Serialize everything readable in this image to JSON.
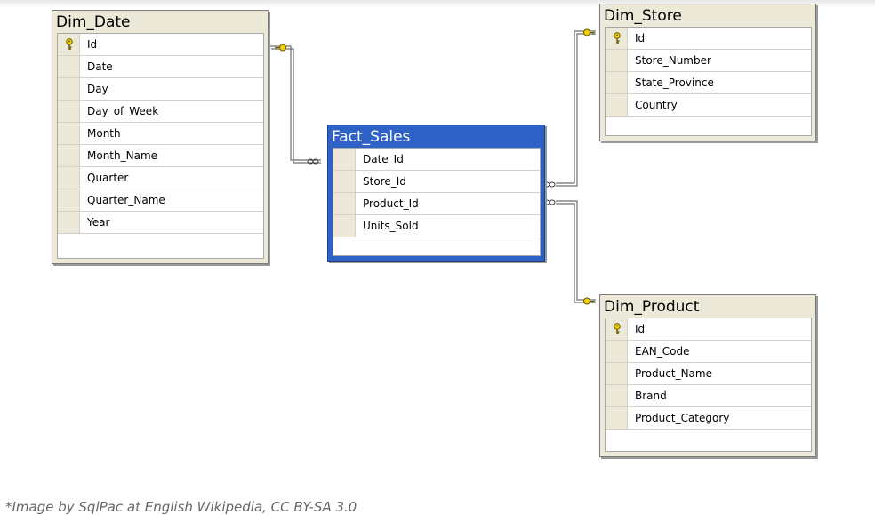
{
  "tables": {
    "dim_date": {
      "title": "Dim_Date",
      "rows": [
        "Id",
        "Date",
        "Day",
        "Day_of_Week",
        "Month",
        "Month_Name",
        "Quarter",
        "Quarter_Name",
        "Year"
      ]
    },
    "fact_sales": {
      "title": "Fact_Sales",
      "rows": [
        "Date_Id",
        "Store_Id",
        "Product_Id",
        "Units_Sold"
      ]
    },
    "dim_store": {
      "title": "Dim_Store",
      "rows": [
        "Id",
        "Store_Number",
        "State_Province",
        "Country"
      ]
    },
    "dim_product": {
      "title": "Dim_Product",
      "rows": [
        "Id",
        "EAN_Code",
        "Product_Name",
        "Brand",
        "Product_Category"
      ]
    }
  },
  "colors": {
    "table_bg": "#ece9d8",
    "selected_table_bg": "#2f62c6",
    "key_icon": "#f2d200",
    "relationship_line": "#7a7a7a"
  },
  "icons": {
    "primary_key": "key-icon"
  },
  "caption": "*Image by SqlPac at English Wikipedia, CC BY-SA 3.0"
}
